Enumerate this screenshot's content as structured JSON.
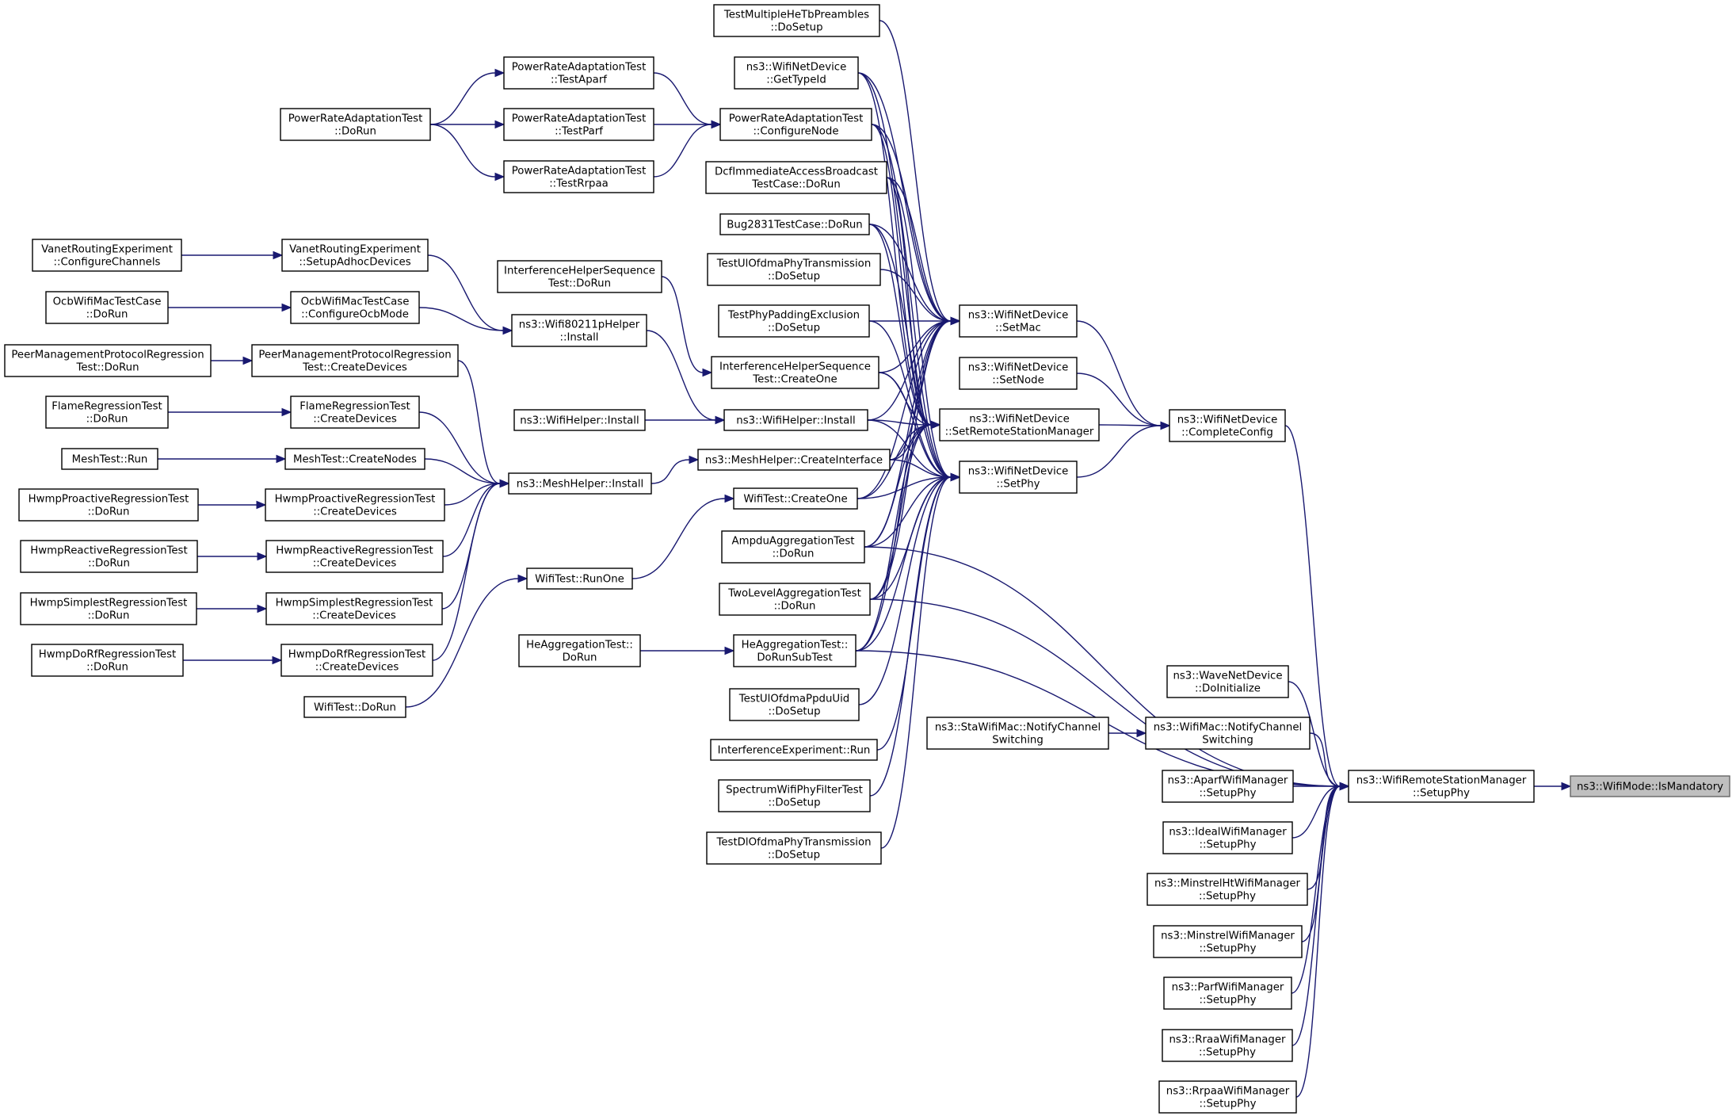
{
  "colors": {
    "edge": "#191970",
    "node_border": "#000000",
    "highlight_fill": "#bfbfbf"
  },
  "nodes": [
    {
      "id": "ismandatory",
      "lines": [
        "ns3::WifiMode::IsMandatory"
      ],
      "highlight": true
    },
    {
      "id": "rsm_setupphy",
      "lines": [
        "ns3::WifiRemoteStationManager",
        "::SetupPhy"
      ]
    },
    {
      "id": "completeconfig",
      "lines": [
        "ns3::WifiNetDevice",
        "::CompleteConfig"
      ]
    },
    {
      "id": "setmac",
      "lines": [
        "ns3::WifiNetDevice",
        "::SetMac"
      ]
    },
    {
      "id": "setnode",
      "lines": [
        "ns3::WifiNetDevice",
        "::SetNode"
      ]
    },
    {
      "id": "setrsm",
      "lines": [
        "ns3::WifiNetDevice",
        "::SetRemoteStationManager"
      ]
    },
    {
      "id": "setphy",
      "lines": [
        "ns3::WifiNetDevice",
        "::SetPhy"
      ]
    },
    {
      "id": "wave_doinit",
      "lines": [
        "ns3::WaveNetDevice",
        "::DoInitialize"
      ]
    },
    {
      "id": "wifimac_notify",
      "lines": [
        "ns3::WifiMac::NotifyChannel",
        "Switching"
      ]
    },
    {
      "id": "stawifimac_notify",
      "lines": [
        "ns3::StaWifiMac::NotifyChannel",
        "Switching"
      ]
    },
    {
      "id": "aparf",
      "lines": [
        "ns3::AparfWifiManager",
        "::SetupPhy"
      ]
    },
    {
      "id": "ideal",
      "lines": [
        "ns3::IdealWifiManager",
        "::SetupPhy"
      ]
    },
    {
      "id": "minstrelht",
      "lines": [
        "ns3::MinstrelHtWifiManager",
        "::SetupPhy"
      ]
    },
    {
      "id": "minstrel",
      "lines": [
        "ns3::MinstrelWifiManager",
        "::SetupPhy"
      ]
    },
    {
      "id": "parf",
      "lines": [
        "ns3::ParfWifiManager",
        "::SetupPhy"
      ]
    },
    {
      "id": "rraa",
      "lines": [
        "ns3::RraaWifiManager",
        "::SetupPhy"
      ]
    },
    {
      "id": "rrpaa",
      "lines": [
        "ns3::RrpaaWifiManager",
        "::SetupPhy"
      ]
    },
    {
      "id": "testmultiple",
      "lines": [
        "TestMultipleHeTbPreambles",
        "::DoSetup"
      ]
    },
    {
      "id": "gettypeid",
      "lines": [
        "ns3::WifiNetDevice",
        "::GetTypeId"
      ]
    },
    {
      "id": "pra_configurenode",
      "lines": [
        "PowerRateAdaptationTest",
        "::ConfigureNode"
      ]
    },
    {
      "id": "dcf",
      "lines": [
        "DcfImmediateAccessBroadcast",
        "TestCase::DoRun"
      ]
    },
    {
      "id": "bug2831",
      "lines": [
        "Bug2831TestCase::DoRun"
      ]
    },
    {
      "id": "testulofdmaphy",
      "lines": [
        "TestUlOfdmaPhyTransmission",
        "::DoSetup"
      ]
    },
    {
      "id": "testphypadding",
      "lines": [
        "TestPhyPaddingExclusion",
        "::DoSetup"
      ]
    },
    {
      "id": "ihs_createone",
      "lines": [
        "InterferenceHelperSequence",
        "Test::CreateOne"
      ]
    },
    {
      "id": "wifihelper_install",
      "lines": [
        "ns3::WifiHelper::Install"
      ]
    },
    {
      "id": "meshhelper_createif",
      "lines": [
        "ns3::MeshHelper::CreateInterface"
      ]
    },
    {
      "id": "wifitest_createone",
      "lines": [
        "WifiTest::CreateOne"
      ]
    },
    {
      "id": "ampdu",
      "lines": [
        "AmpduAggregationTest",
        "::DoRun"
      ]
    },
    {
      "id": "twolevel",
      "lines": [
        "TwoLevelAggregationTest",
        "::DoRun"
      ]
    },
    {
      "id": "he_dorunsubtest",
      "lines": [
        "HeAggregationTest::",
        "DoRunSubTest"
      ]
    },
    {
      "id": "testulofdmappdu",
      "lines": [
        "TestUlOfdmaPpduUid",
        "::DoSetup"
      ]
    },
    {
      "id": "intexp_run",
      "lines": [
        "InterferenceExperiment::Run"
      ]
    },
    {
      "id": "spectrumfilter",
      "lines": [
        "SpectrumWifiPhyFilterTest",
        "::DoSetup"
      ]
    },
    {
      "id": "testdlofdma",
      "lines": [
        "TestDlOfdmaPhyTransmission",
        "::DoSetup"
      ]
    },
    {
      "id": "pra_testaparf",
      "lines": [
        "PowerRateAdaptationTest",
        "::TestAparf"
      ]
    },
    {
      "id": "pra_testparf",
      "lines": [
        "PowerRateAdaptationTest",
        "::TestParf"
      ]
    },
    {
      "id": "pra_testrrpaa",
      "lines": [
        "PowerRateAdaptationTest",
        "::TestRrpaa"
      ]
    },
    {
      "id": "pra_dorun",
      "lines": [
        "PowerRateAdaptationTest",
        "::DoRun"
      ]
    },
    {
      "id": "ihs_dorun",
      "lines": [
        "InterferenceHelperSequence",
        "Test::DoRun"
      ]
    },
    {
      "id": "wifi80211p_install",
      "lines": [
        "ns3::Wifi80211pHelper",
        "::Install"
      ]
    },
    {
      "id": "ns3_wifihelper_install_caller",
      "lines": [
        "ns3::WifiHelper::Install"
      ]
    },
    {
      "id": "meshhelper_install",
      "lines": [
        "ns3::MeshHelper::Install"
      ]
    },
    {
      "id": "wifitest_runone",
      "lines": [
        "WifiTest::RunOne"
      ]
    },
    {
      "id": "he_dorun",
      "lines": [
        "HeAggregationTest::",
        "DoRun"
      ]
    },
    {
      "id": "vanet_setup",
      "lines": [
        "VanetRoutingExperiment",
        "::SetupAdhocDevices"
      ]
    },
    {
      "id": "ocb_configure",
      "lines": [
        "OcbWifiMacTestCase",
        "::ConfigureOcbMode"
      ]
    },
    {
      "id": "peer_createdevices",
      "lines": [
        "PeerManagementProtocolRegression",
        "Test::CreateDevices"
      ]
    },
    {
      "id": "flame_createdevices",
      "lines": [
        "FlameRegressionTest",
        "::CreateDevices"
      ]
    },
    {
      "id": "meshtest_createnodes",
      "lines": [
        "MeshTest::CreateNodes"
      ]
    },
    {
      "id": "hwmppro_createdevices",
      "lines": [
        "HwmpProactiveRegressionTest",
        "::CreateDevices"
      ]
    },
    {
      "id": "hwmpreact_createdevices",
      "lines": [
        "HwmpReactiveRegressionTest",
        "::CreateDevices"
      ]
    },
    {
      "id": "hwmpsimp_createdevices",
      "lines": [
        "HwmpSimplestRegressionTest",
        "::CreateDevices"
      ]
    },
    {
      "id": "hwmpdorf_createdevices",
      "lines": [
        "HwmpDoRfRegressionTest",
        "::CreateDevices"
      ]
    },
    {
      "id": "wifitest_dorun",
      "lines": [
        "WifiTest::DoRun"
      ]
    },
    {
      "id": "vanet_configurechannels",
      "lines": [
        "VanetRoutingExperiment",
        "::ConfigureChannels"
      ]
    },
    {
      "id": "ocb_dorun",
      "lines": [
        "OcbWifiMacTestCase",
        "::DoRun"
      ]
    },
    {
      "id": "peer_dorun",
      "lines": [
        "PeerManagementProtocolRegression",
        "Test::DoRun"
      ]
    },
    {
      "id": "flame_dorun",
      "lines": [
        "FlameRegressionTest",
        "::DoRun"
      ]
    },
    {
      "id": "meshtest_run",
      "lines": [
        "MeshTest::Run"
      ]
    },
    {
      "id": "hwmppro_dorun",
      "lines": [
        "HwmpProactiveRegressionTest",
        "::DoRun"
      ]
    },
    {
      "id": "hwmpreact_dorun",
      "lines": [
        "HwmpReactiveRegressionTest",
        "::DoRun"
      ]
    },
    {
      "id": "hwmpsimp_dorun",
      "lines": [
        "HwmpSimplestRegressionTest",
        "::DoRun"
      ]
    },
    {
      "id": "hwmpdorf_dorun",
      "lines": [
        "HwmpDoRfRegressionTest",
        "::DoRun"
      ]
    }
  ],
  "edges": [
    [
      "rsm_setupphy",
      "ismandatory"
    ],
    [
      "completeconfig",
      "rsm_setupphy"
    ],
    [
      "wave_doinit",
      "rsm_setupphy"
    ],
    [
      "wifimac_notify",
      "rsm_setupphy"
    ],
    [
      "aparf",
      "rsm_setupphy"
    ],
    [
      "ideal",
      "rsm_setupphy"
    ],
    [
      "minstrelht",
      "rsm_setupphy"
    ],
    [
      "minstrel",
      "rsm_setupphy"
    ],
    [
      "parf",
      "rsm_setupphy"
    ],
    [
      "rraa",
      "rsm_setupphy"
    ],
    [
      "rrpaa",
      "rsm_setupphy"
    ],
    [
      "ampdu",
      "rsm_setupphy"
    ],
    [
      "twolevel",
      "rsm_setupphy"
    ],
    [
      "he_dorunsubtest",
      "rsm_setupphy"
    ],
    [
      "stawifimac_notify",
      "wifimac_notify"
    ],
    [
      "setmac",
      "completeconfig"
    ],
    [
      "setnode",
      "completeconfig"
    ],
    [
      "setrsm",
      "completeconfig"
    ],
    [
      "setphy",
      "completeconfig"
    ],
    [
      "testmultiple",
      "setmac"
    ],
    [
      "gettypeid",
      "setmac"
    ],
    [
      "pra_configurenode",
      "setmac"
    ],
    [
      "dcf",
      "setmac"
    ],
    [
      "bug2831",
      "setmac"
    ],
    [
      "testulofdmaphy",
      "setmac"
    ],
    [
      "testphypadding",
      "setmac"
    ],
    [
      "ihs_createone",
      "setmac"
    ],
    [
      "wifihelper_install",
      "setmac"
    ],
    [
      "meshhelper_createif",
      "setmac"
    ],
    [
      "wifitest_createone",
      "setmac"
    ],
    [
      "ampdu",
      "setmac"
    ],
    [
      "twolevel",
      "setmac"
    ],
    [
      "he_dorunsubtest",
      "setmac"
    ],
    [
      "gettypeid",
      "setrsm"
    ],
    [
      "pra_configurenode",
      "setrsm"
    ],
    [
      "dcf",
      "setrsm"
    ],
    [
      "bug2831",
      "setrsm"
    ],
    [
      "ihs_createone",
      "setrsm"
    ],
    [
      "wifihelper_install",
      "setrsm"
    ],
    [
      "meshhelper_createif",
      "setrsm"
    ],
    [
      "wifitest_createone",
      "setrsm"
    ],
    [
      "ampdu",
      "setrsm"
    ],
    [
      "twolevel",
      "setrsm"
    ],
    [
      "he_dorunsubtest",
      "setrsm"
    ],
    [
      "gettypeid",
      "setphy"
    ],
    [
      "pra_configurenode",
      "setphy"
    ],
    [
      "dcf",
      "setphy"
    ],
    [
      "bug2831",
      "setphy"
    ],
    [
      "testphypadding",
      "setphy"
    ],
    [
      "ihs_createone",
      "setphy"
    ],
    [
      "wifihelper_install",
      "setphy"
    ],
    [
      "meshhelper_createif",
      "setphy"
    ],
    [
      "wifitest_createone",
      "setphy"
    ],
    [
      "ampdu",
      "setphy"
    ],
    [
      "twolevel",
      "setphy"
    ],
    [
      "he_dorunsubtest",
      "setphy"
    ],
    [
      "testulofdmappdu",
      "setphy"
    ],
    [
      "intexp_run",
      "setphy"
    ],
    [
      "spectrumfilter",
      "setphy"
    ],
    [
      "testdlofdma",
      "setphy"
    ],
    [
      "pra_testaparf",
      "pra_configurenode"
    ],
    [
      "pra_testparf",
      "pra_configurenode"
    ],
    [
      "pra_testrrpaa",
      "pra_configurenode"
    ],
    [
      "pra_dorun",
      "pra_testaparf"
    ],
    [
      "pra_dorun",
      "pra_testparf"
    ],
    [
      "pra_dorun",
      "pra_testrrpaa"
    ],
    [
      "ihs_dorun",
      "ihs_createone"
    ],
    [
      "wifi80211p_install",
      "wifihelper_install"
    ],
    [
      "ns3_wifihelper_install_caller",
      "wifihelper_install"
    ],
    [
      "meshhelper_install",
      "meshhelper_createif"
    ],
    [
      "wifitest_runone",
      "wifitest_createone"
    ],
    [
      "he_dorun",
      "he_dorunsubtest"
    ],
    [
      "vanet_setup",
      "wifi80211p_install"
    ],
    [
      "ocb_configure",
      "wifi80211p_install"
    ],
    [
      "peer_createdevices",
      "meshhelper_install"
    ],
    [
      "flame_createdevices",
      "meshhelper_install"
    ],
    [
      "meshtest_createnodes",
      "meshhelper_install"
    ],
    [
      "hwmppro_createdevices",
      "meshhelper_install"
    ],
    [
      "hwmpreact_createdevices",
      "meshhelper_install"
    ],
    [
      "hwmpsimp_createdevices",
      "meshhelper_install"
    ],
    [
      "hwmpdorf_createdevices",
      "meshhelper_install"
    ],
    [
      "wifitest_dorun",
      "wifitest_runone"
    ],
    [
      "vanet_configurechannels",
      "vanet_setup"
    ],
    [
      "ocb_dorun",
      "ocb_configure"
    ],
    [
      "peer_dorun",
      "peer_createdevices"
    ],
    [
      "flame_dorun",
      "flame_createdevices"
    ],
    [
      "meshtest_run",
      "meshtest_createnodes"
    ],
    [
      "hwmppro_dorun",
      "hwmppro_createdevices"
    ],
    [
      "hwmpreact_dorun",
      "hwmpreact_createdevices"
    ],
    [
      "hwmpsimp_dorun",
      "hwmpsimp_createdevices"
    ],
    [
      "hwmpdorf_dorun",
      "hwmpdorf_createdevices"
    ]
  ]
}
